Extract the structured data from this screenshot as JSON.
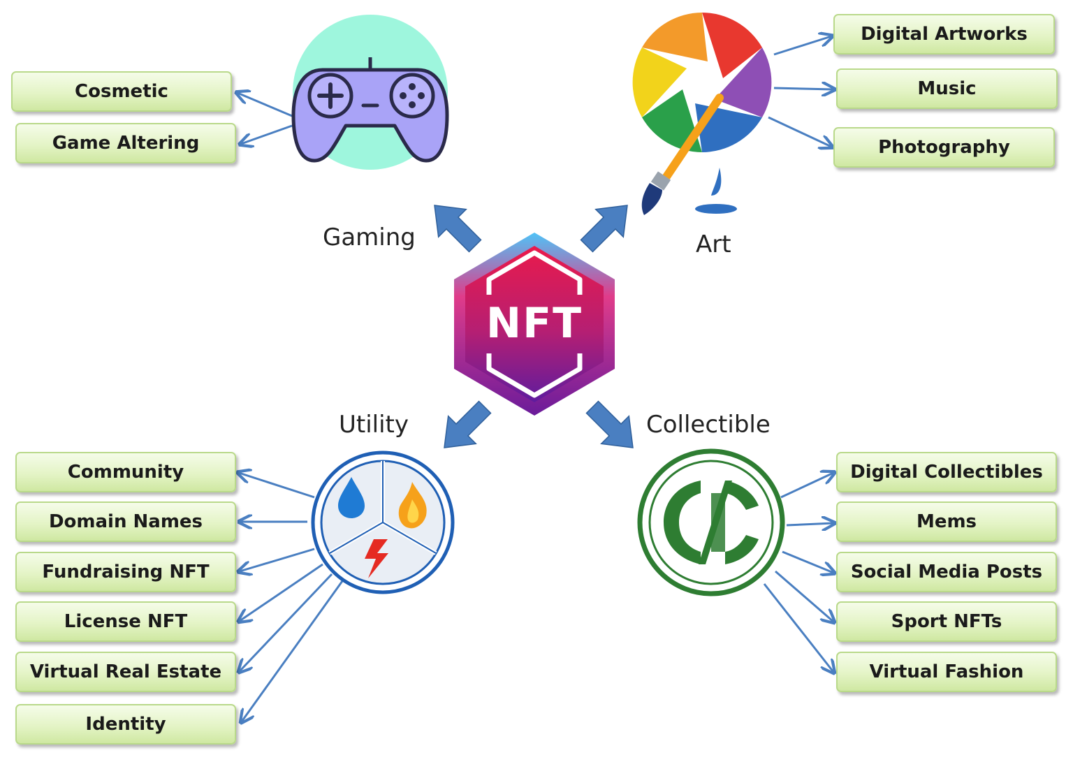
{
  "center": {
    "label": "NFT"
  },
  "categories": {
    "gaming": {
      "label": "Gaming",
      "icon": "gamepad-icon",
      "items": [
        "Cosmetic",
        "Game Altering"
      ]
    },
    "art": {
      "label": "Art",
      "icon": "color-wheel-paintbrush-icon",
      "items": [
        "Digital Artworks",
        "Music",
        "Photography"
      ]
    },
    "utility": {
      "label": "Utility",
      "icon": "water-fire-electricity-icon",
      "items": [
        "Community",
        "Domain Names",
        "Fundraising NFT",
        "License NFT",
        "Virtual Real Estate",
        "Identity"
      ]
    },
    "collectible": {
      "label": "Collectible",
      "icon": "collectible-seal-icon",
      "items": [
        "Digital Collectibles",
        "Mems",
        "Social Media Posts",
        "Sport NFTs",
        "Virtual Fashion"
      ]
    }
  },
  "colors": {
    "arrow": "#4a7fc1",
    "box_fill": "#e4f4c6",
    "box_border": "#b9d98a",
    "gamepad": "#a9a3f7",
    "gamepad_bg": "#9ef6dd",
    "hex_top": "#e5194f",
    "hex_bottom": "#6c1a9c",
    "collectible_green": "#2e7d32",
    "utility_blue": "#1f5fb4"
  }
}
